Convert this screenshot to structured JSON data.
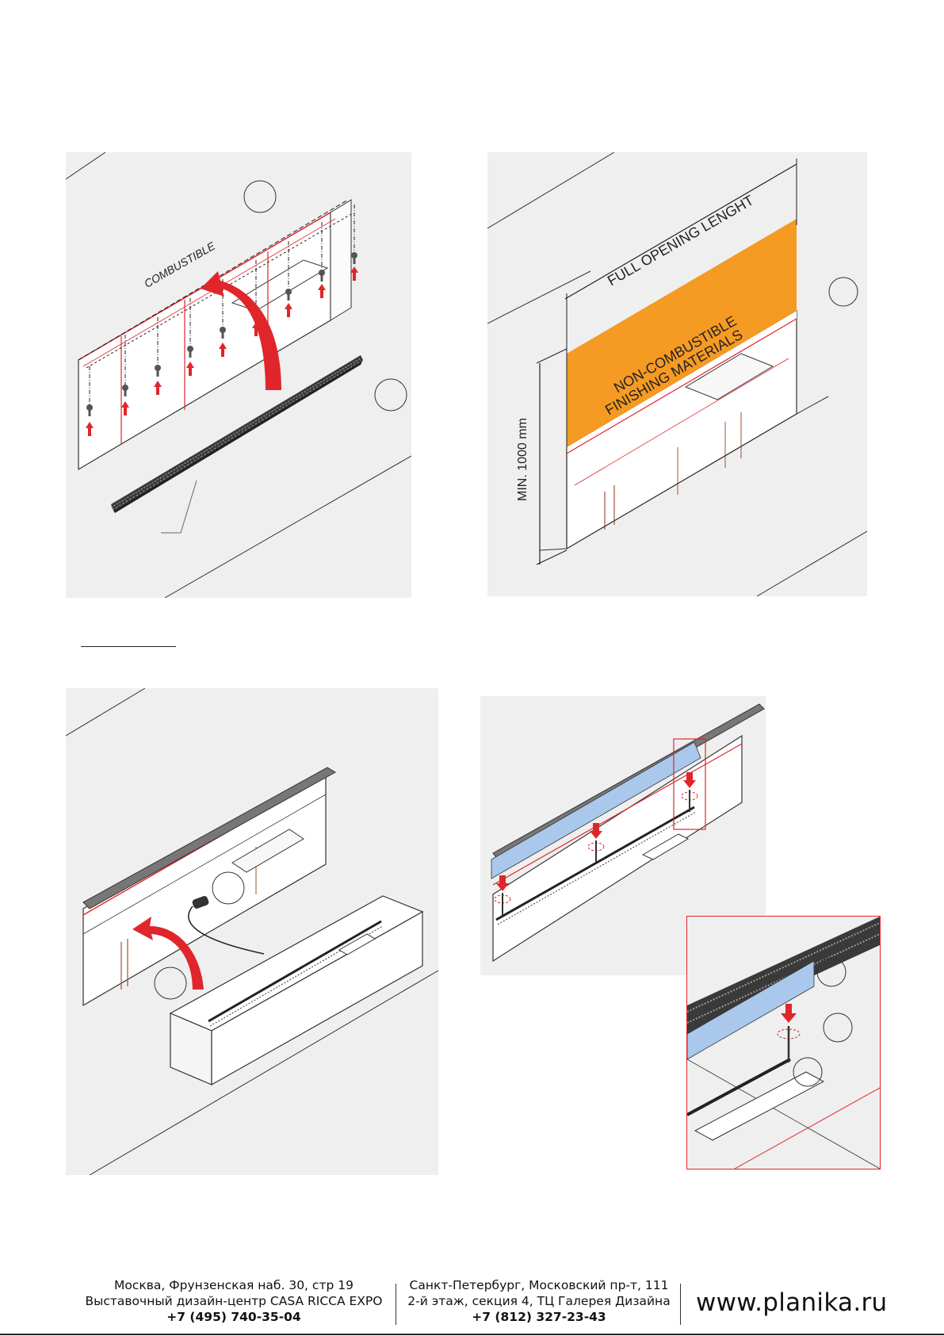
{
  "panel1": {
    "label_combustible": "COMBUSTIBLE"
  },
  "panel2": {
    "label_full_opening": "FULL OPENING LENGHT",
    "label_noncomb_line1": "NON-COMBUSTIBLE",
    "label_noncomb_line2": "FINISHING MATERIALS",
    "label_min_height": "MIN. 1000 mm",
    "band_color": "#f59a23"
  },
  "panel4": {
    "highlight_color": "#a9c8ec",
    "detail_frame_color": "#e0262b"
  },
  "accent_color": "#e0262b",
  "footer": {
    "moscow_line1": "Москва, Фрунзенская наб. 30, стр 19",
    "moscow_line2": "Выставочный дизайн-центр CASA RICCA EXPO",
    "moscow_phone": "+7 (495) 740-35-04",
    "spb_line1": "Санкт-Петербург, Московский пр-т, 111",
    "spb_line2": "2-й этаж, секция 4, ТЦ Галерея Дизайна",
    "spb_phone": "+7 (812) 327-23-43",
    "website": "www.planika.ru"
  }
}
